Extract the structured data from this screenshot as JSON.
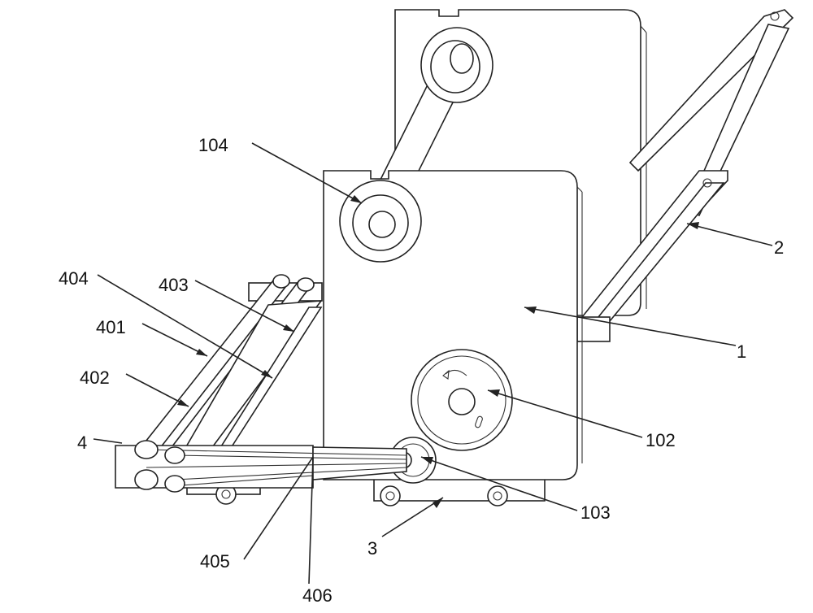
{
  "labels": {
    "l1": "1",
    "l2": "2",
    "l3": "3",
    "l4": "4",
    "l102": "102",
    "l103": "103",
    "l104": "104",
    "l401": "401",
    "l402": "402",
    "l403": "403",
    "l404": "404",
    "l405": "405",
    "l406": "406"
  }
}
